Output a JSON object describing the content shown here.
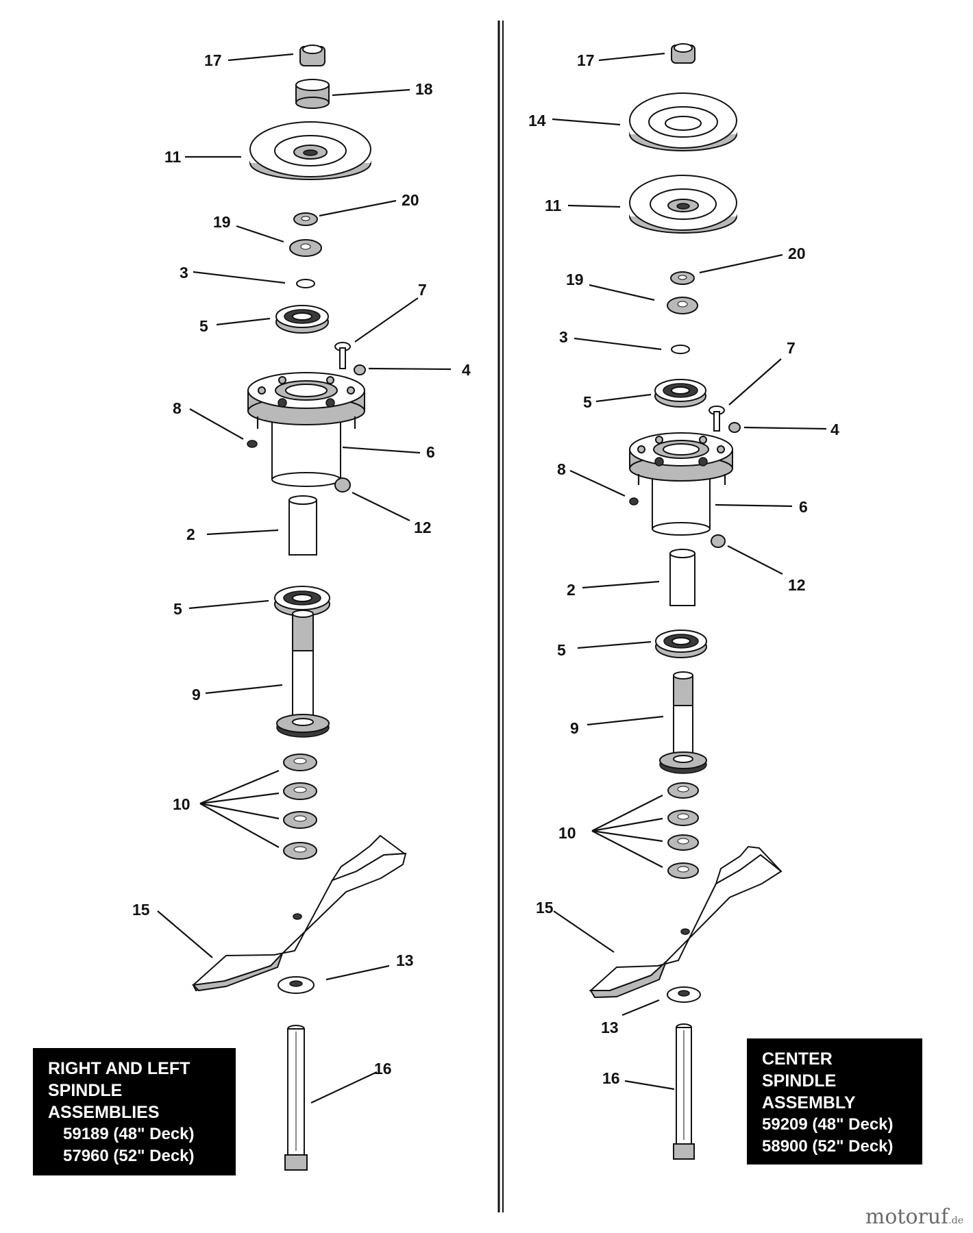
{
  "left_box": {
    "heading_lines": [
      "RIGHT AND LEFT",
      "SPINDLE",
      "ASSEMBLIES"
    ],
    "parts": [
      "59189 (48\" Deck)",
      "57960 (52\" Deck)"
    ]
  },
  "right_box": {
    "heading_lines": [
      "CENTER",
      "SPINDLE",
      "ASSEMBLY"
    ],
    "parts": [
      "59209 (48\" Deck)",
      "58900 (52\" Deck)"
    ]
  },
  "logo": {
    "text": "motoruf",
    "suffix": ".de"
  },
  "left_callouts": {
    "c17": "17",
    "c18": "18",
    "c11": "11",
    "c20": "20",
    "c19": "19",
    "c3": "3",
    "c7": "7",
    "c5a": "5",
    "c4": "4",
    "c8": "8",
    "c6": "6",
    "c12": "12",
    "c2": "2",
    "c5b": "5",
    "c9": "9",
    "c10": "10",
    "c15": "15",
    "c13": "13",
    "c16": "16"
  },
  "right_callouts": {
    "c17": "17",
    "c14": "14",
    "c11": "11",
    "c20": "20",
    "c19": "19",
    "c3": "3",
    "c7": "7",
    "c5a": "5",
    "c4": "4",
    "c8": "8",
    "c6": "6",
    "c12": "12",
    "c2": "2",
    "c5b": "5",
    "c9": "9",
    "c10": "10",
    "c15": "15",
    "c13": "13",
    "c16": "16"
  }
}
